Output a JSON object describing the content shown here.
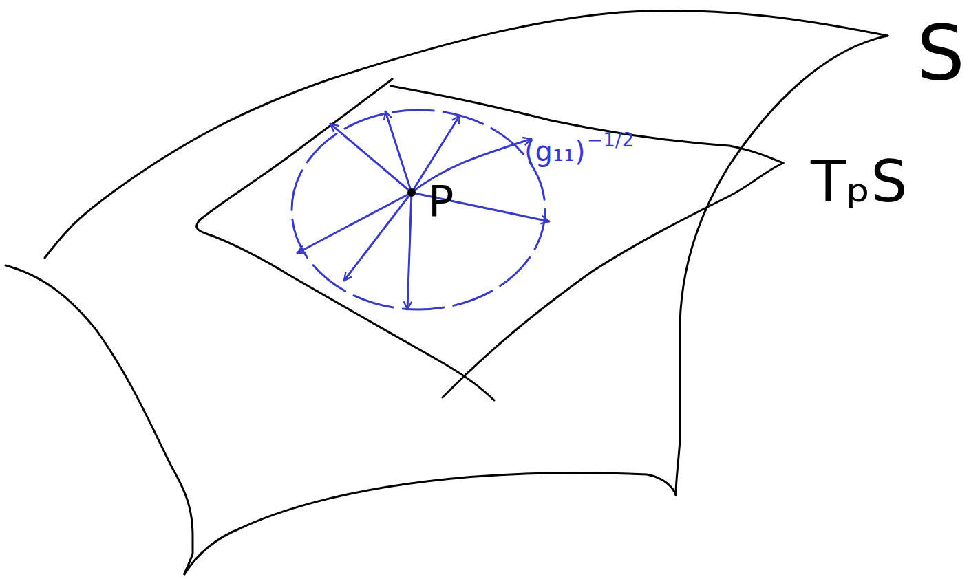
{
  "diagram": {
    "labels": [
      "S",
      "TₚS",
      "P",
      "(g₁₁)",
      "−1/2"
    ]
  }
}
